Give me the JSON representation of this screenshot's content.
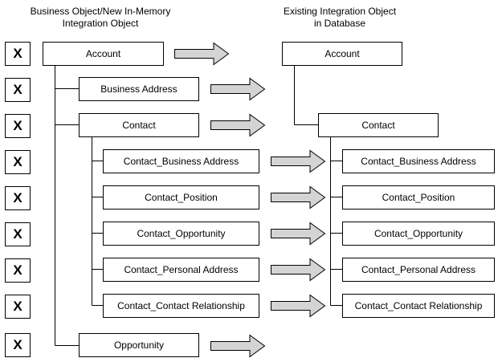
{
  "headers": {
    "left": "Business Object/New In-Memory\nIntegration Object",
    "right": "Existing Integration Object\nin Database"
  },
  "marker": "X",
  "left_objects": {
    "account": "Account",
    "business_address": "Business Address",
    "contact": "Contact",
    "contact_business_address": "Contact_Business Address",
    "contact_position": "Contact_Position",
    "contact_opportunity": "Contact_Opportunity",
    "contact_personal_address": "Contact_Personal Address",
    "contact_contact_relationship": "Contact_Contact Relationship",
    "opportunity": "Opportunity"
  },
  "right_objects": {
    "account": "Account",
    "contact": "Contact",
    "contact_business_address": "Contact_Business Address",
    "contact_position": "Contact_Position",
    "contact_opportunity": "Contact_Opportunity",
    "contact_personal_address": "Contact_Personal Address",
    "contact_contact_relationship": "Contact_Contact Relationship"
  },
  "colors": {
    "arrow_fill": "#d4d4d4",
    "stroke": "#000000"
  }
}
